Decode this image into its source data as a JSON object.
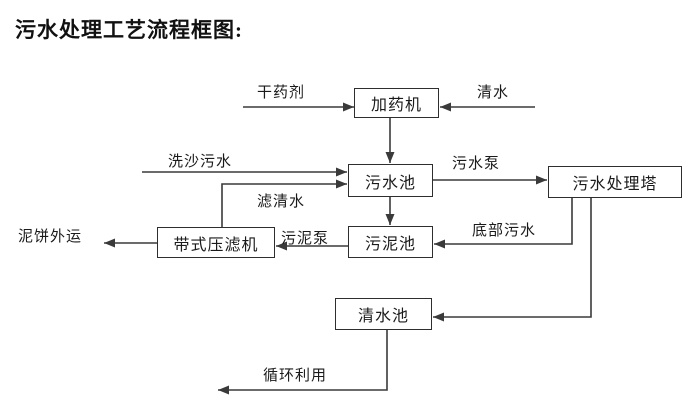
{
  "title": "污水处理工艺流程框图:",
  "flowchart": {
    "nodes": [
      {
        "id": "dosing-machine",
        "label": "加药机"
      },
      {
        "id": "sewage-pool",
        "label": "污水池"
      },
      {
        "id": "treatment-tower",
        "label": "污水处理塔"
      },
      {
        "id": "sludge-pool",
        "label": "污泥池"
      },
      {
        "id": "belt-filter-press",
        "label": "带式压滤机"
      },
      {
        "id": "clean-water-pool",
        "label": "清水池"
      }
    ],
    "flow_labels": [
      {
        "id": "dry-chemical",
        "label": "干药剂"
      },
      {
        "id": "clean-water",
        "label": "清水"
      },
      {
        "id": "sand-washing-sewage",
        "label": "洗沙污水"
      },
      {
        "id": "sewage-pump",
        "label": "污水泵"
      },
      {
        "id": "filtered-water",
        "label": "滤清水"
      },
      {
        "id": "mud-cake-out",
        "label": "泥饼外运"
      },
      {
        "id": "sludge-pump",
        "label": "污泥泵"
      },
      {
        "id": "bottom-sewage",
        "label": "底部污水"
      },
      {
        "id": "recycle-use",
        "label": "循环利用"
      }
    ],
    "colors": {
      "background": "#ffffff",
      "line": "#3a3a3a",
      "box_border": "#2e2e2e",
      "text": "#1a1a1a"
    }
  }
}
